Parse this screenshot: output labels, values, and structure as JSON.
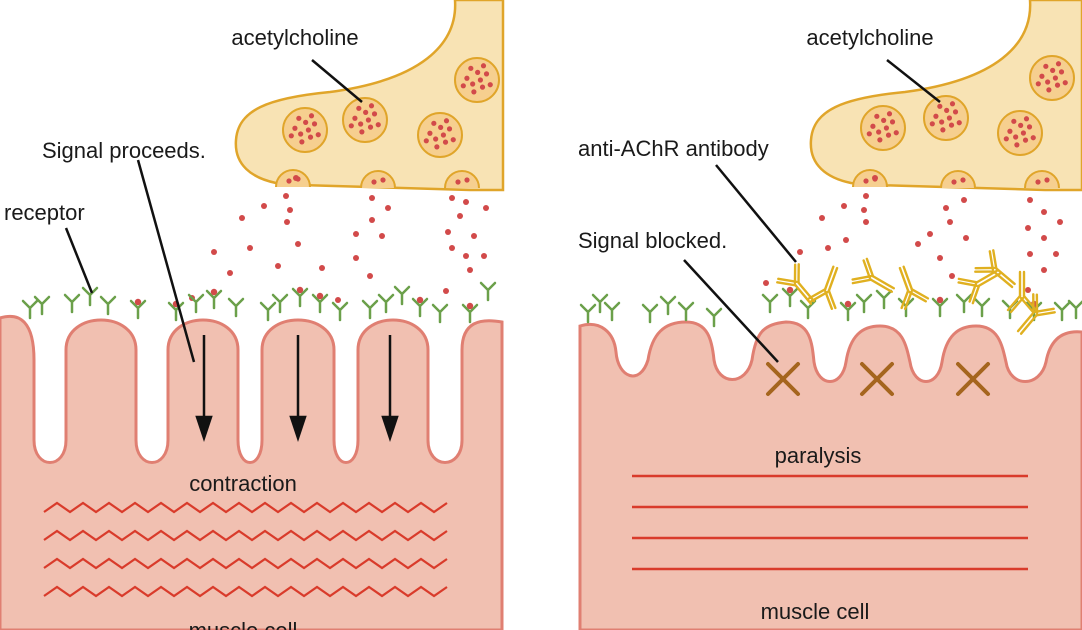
{
  "left_panel": {
    "neurotransmitter_label": "acetylcholine",
    "signal_label": "Signal proceeds.",
    "receptor_label": "receptor",
    "response_label": "contraction",
    "cell_label": "muscle cell"
  },
  "right_panel": {
    "neurotransmitter_label": "acetylcholine",
    "antibody_label": "anti-AChR antibody",
    "signal_label": "Signal blocked.",
    "response_label": "paralysis",
    "cell_label": "muscle cell"
  },
  "colors": {
    "terminal_fill": "#f8e3b4",
    "terminal_stroke": "#e0a52a",
    "vesicle_fill": "#f6cf8f",
    "dot": "#d24a4a",
    "muscle_fill": "#f1c0b1",
    "muscle_stroke": "#e07f72",
    "receptor": "#6ba04a",
    "antibody": "#e0b020",
    "cross": "#a5651e",
    "line": "#d93b2b"
  }
}
